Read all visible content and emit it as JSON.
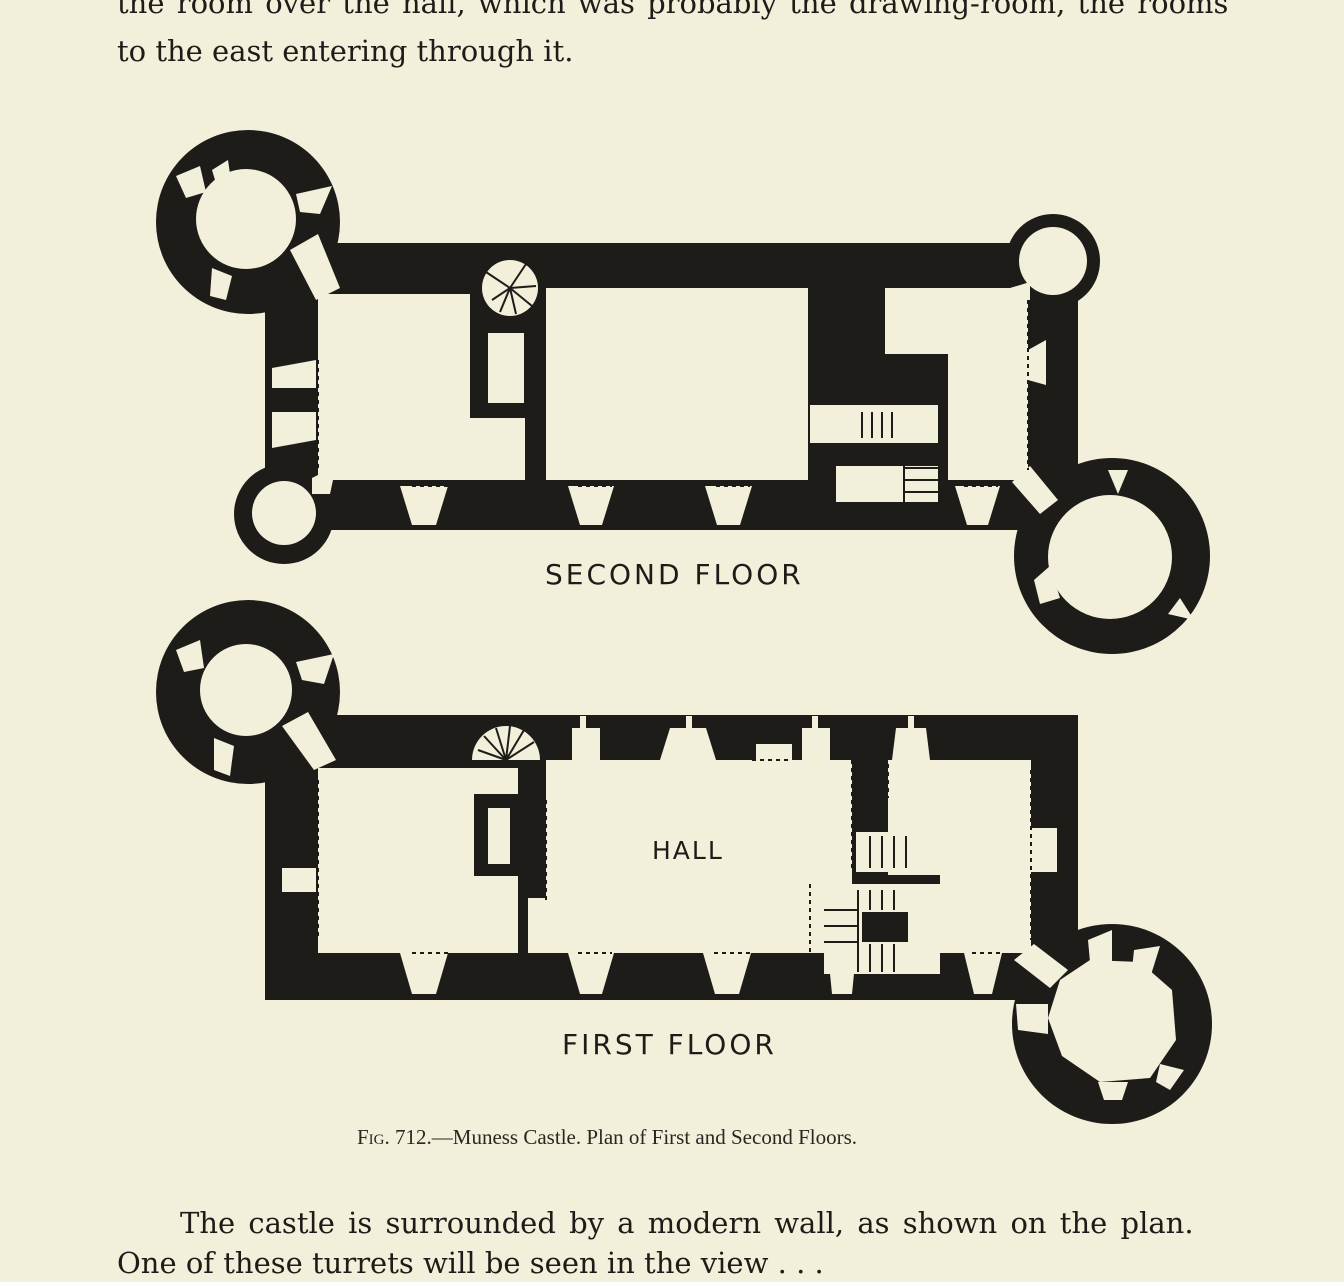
{
  "text_top": [
    "the room over the hall, which was probably the drawing-room, the rooms",
    "to the east entering through it."
  ],
  "plan": {
    "second_floor_label": "SECOND FLOOR",
    "first_floor_label": "FIRST FLOOR",
    "hall_label": "HALL"
  },
  "caption": {
    "fig": "Fig. 712.",
    "text": "—Muness Castle.   Plan of First and Second Floors."
  },
  "text_bottom": [
    "The castle is surrounded by a modern wall, as shown on the plan.",
    "One of these turrets will be seen in the view . . ."
  ],
  "colors": {
    "paper": "#f2efdb",
    "ink": "#1e1c18"
  }
}
